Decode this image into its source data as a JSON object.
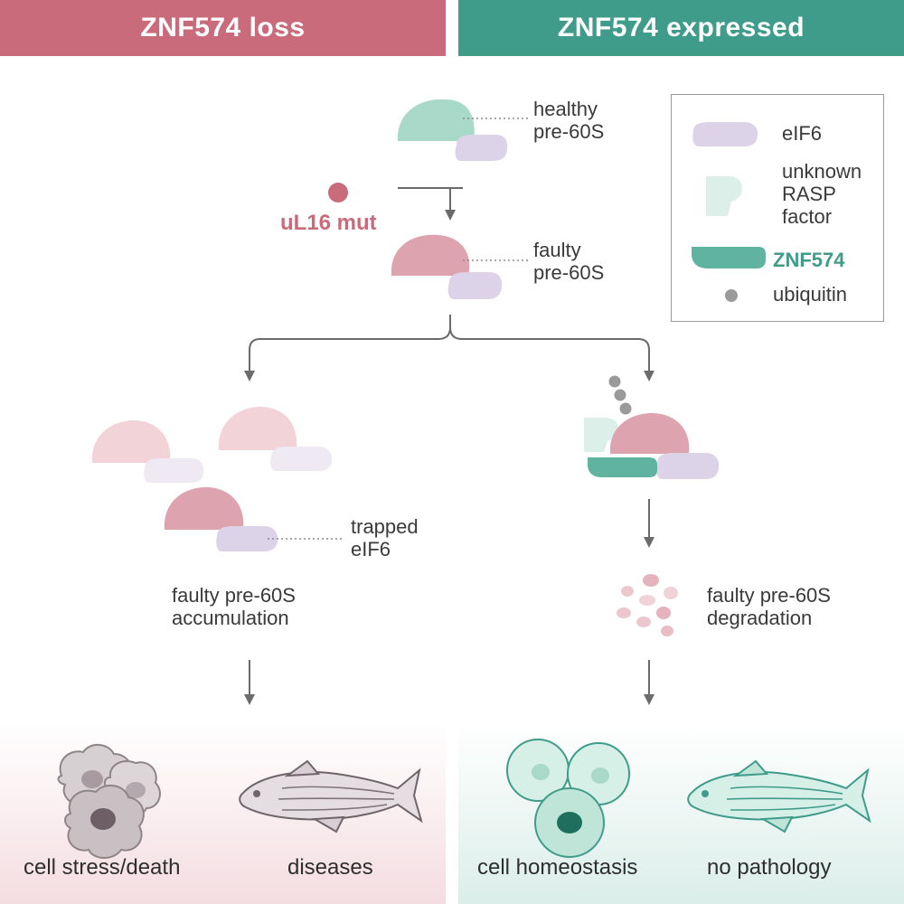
{
  "headers": {
    "left": "ZNF574 loss",
    "right": "ZNF574 expressed"
  },
  "top": {
    "healthy_label": [
      "healthy",
      "pre-60S"
    ],
    "mutation_label": "uL16 mut",
    "faulty_label": [
      "faulty",
      "pre-60S"
    ]
  },
  "left_branch": {
    "trapped_label": [
      "trapped",
      "eIF6"
    ],
    "outcome_label": [
      "faulty pre-60S",
      "accumulation"
    ],
    "cell_label": "cell stress/death",
    "organism_label": "diseases"
  },
  "right_branch": {
    "outcome_label": [
      "faulty pre-60S",
      "degradation"
    ],
    "cell_label": "cell homeostasis",
    "organism_label": "no pathology"
  },
  "legend": {
    "items": [
      {
        "label": "eIF6",
        "icon": "eif6-icon"
      },
      {
        "label": "unknown\nRASP\nfactor",
        "icon": "rasp-factor-icon"
      },
      {
        "label": "ZNF574",
        "icon": "znf574-icon"
      },
      {
        "label": "ubiquitin",
        "icon": "ubiquitin-icon"
      }
    ]
  },
  "colors": {
    "loss_header": "#c96b7b",
    "expressed_header": "#3f9b8a",
    "faulty_subunit": "#dda3ae",
    "faulty_subunit_pale": "#f1d3d8",
    "healthy_subunit": "#a8d9c9",
    "eif6": "#ddd3e9",
    "rasp_factor": "#dcefe8",
    "znf574": "#5fb39f",
    "ubiquitin": "#9a9a9a",
    "arrow": "#6b6b6b",
    "uL16_mut": "#c96b7b"
  }
}
